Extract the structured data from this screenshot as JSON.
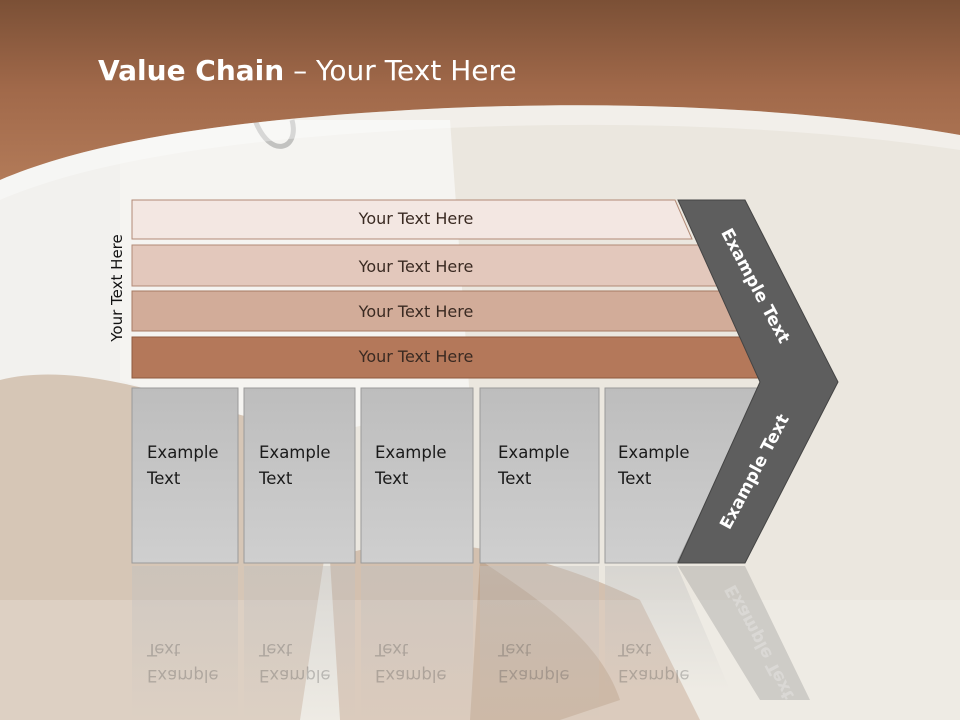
{
  "title": {
    "bold": "Value Chain",
    "rest": " – Your Text Here"
  },
  "side_label": "Your Text Here",
  "bands": [
    {
      "label": "Your Text Here",
      "color": "#f3e7e2"
    },
    {
      "label": "Your Text Here",
      "color": "#e3c8bc"
    },
    {
      "label": "Your Text Here",
      "color": "#d2ac99"
    },
    {
      "label": "Your Text Here",
      "color": "#b4785a"
    }
  ],
  "boxes": [
    {
      "line1": "Example",
      "line2": "Text"
    },
    {
      "line1": "Example",
      "line2": "Text"
    },
    {
      "line1": "Example",
      "line2": "Text"
    },
    {
      "line1": "Example",
      "line2": "Text"
    },
    {
      "line1": "Example",
      "line2": "Text"
    }
  ],
  "chevron": {
    "top_label": "Example Text",
    "bottom_label": "Example Text",
    "color": "#5e5e5e"
  },
  "colors": {
    "header_brown": "#a9704f",
    "box_gray": "#c6c6c6",
    "background": "#ece8e0"
  }
}
